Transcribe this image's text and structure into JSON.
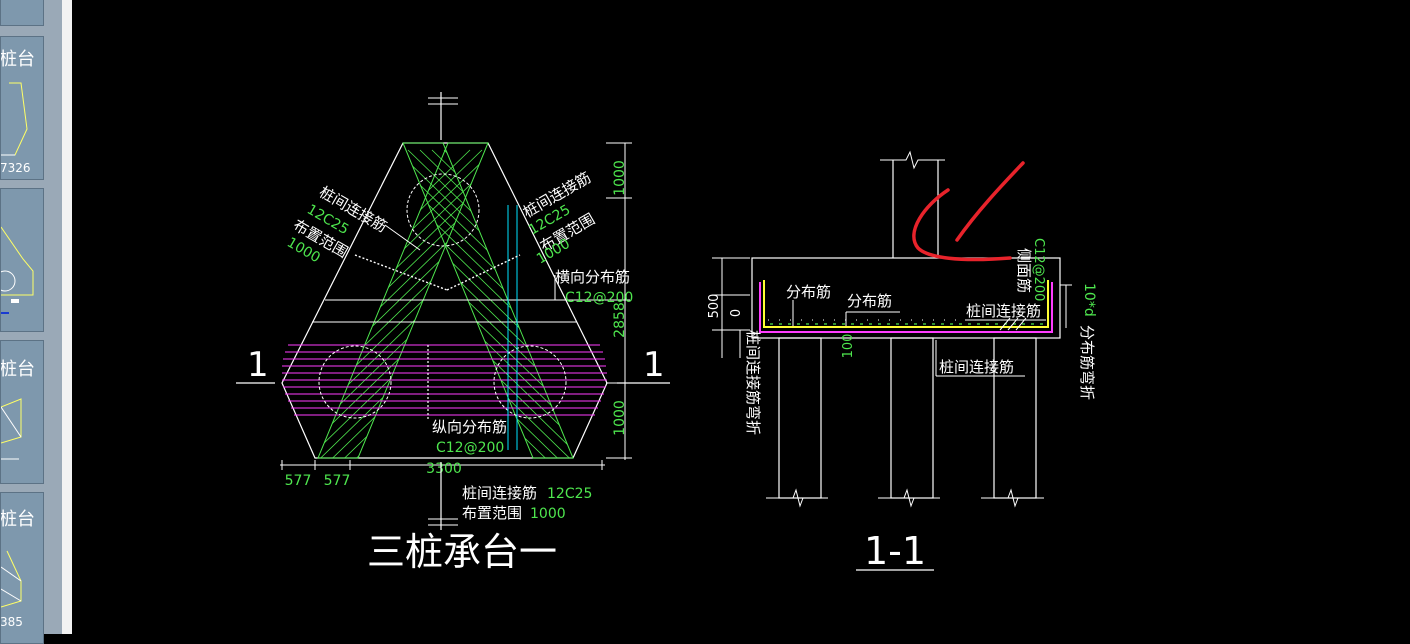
{
  "sidebar": {
    "thumbnails": [
      {
        "title": "",
        "caption": ""
      },
      {
        "title": "桩台",
        "caption": "7326"
      },
      {
        "title": "",
        "caption": ""
      },
      {
        "title": "桩台",
        "caption": ""
      },
      {
        "title": "桩台",
        "caption": "385"
      }
    ]
  },
  "plan": {
    "section_mark_left": "1",
    "section_mark_right": "1",
    "left_label_line1": "桩间连接筋",
    "left_label_line2": "12C25",
    "left_label_line3": "布置范围",
    "left_label_line4": "1000",
    "right_label_line1": "桩间连接筋",
    "right_label_line2": "12C25",
    "right_label_line3": "布置范围",
    "right_label_line4": "1000",
    "transverse_label": "横向分布筋",
    "transverse_spec": "C12@200",
    "longitudinal_label": "纵向分布筋",
    "longitudinal_spec": "C12@200",
    "dim_top": "1000",
    "dim_mid": "2858",
    "dim_bottom": "1000",
    "dim_width": "3300",
    "dim_577_a": "577",
    "dim_577_b": "577",
    "bottom_label_line1": "桩间连接筋",
    "bottom_label_spec": "12C25",
    "bottom_label_line2": "布置范围",
    "bottom_label_range": "1000",
    "title": "三桩承台一"
  },
  "section": {
    "label_dist1": "分布筋",
    "label_dist2": "分布筋",
    "label_side_face": "侧面筋",
    "label_side_spec": "C12@200",
    "label_conn1": "桩间连接筋",
    "label_conn2": "桩间连接筋",
    "label_conn_bend": "桩间连接筋弯折",
    "label_dist_bend": "分布筋弯折",
    "label_10d": "10*d",
    "dim_500": "500",
    "dim_0": "0",
    "dim_100": "100",
    "title": "1-1"
  },
  "colors": {
    "white": "#ffffff",
    "green": "#4ee64e",
    "cyan": "#00e5ff",
    "magenta": "#ff3cff",
    "yellow": "#ffff33",
    "red": "#e8232b"
  }
}
